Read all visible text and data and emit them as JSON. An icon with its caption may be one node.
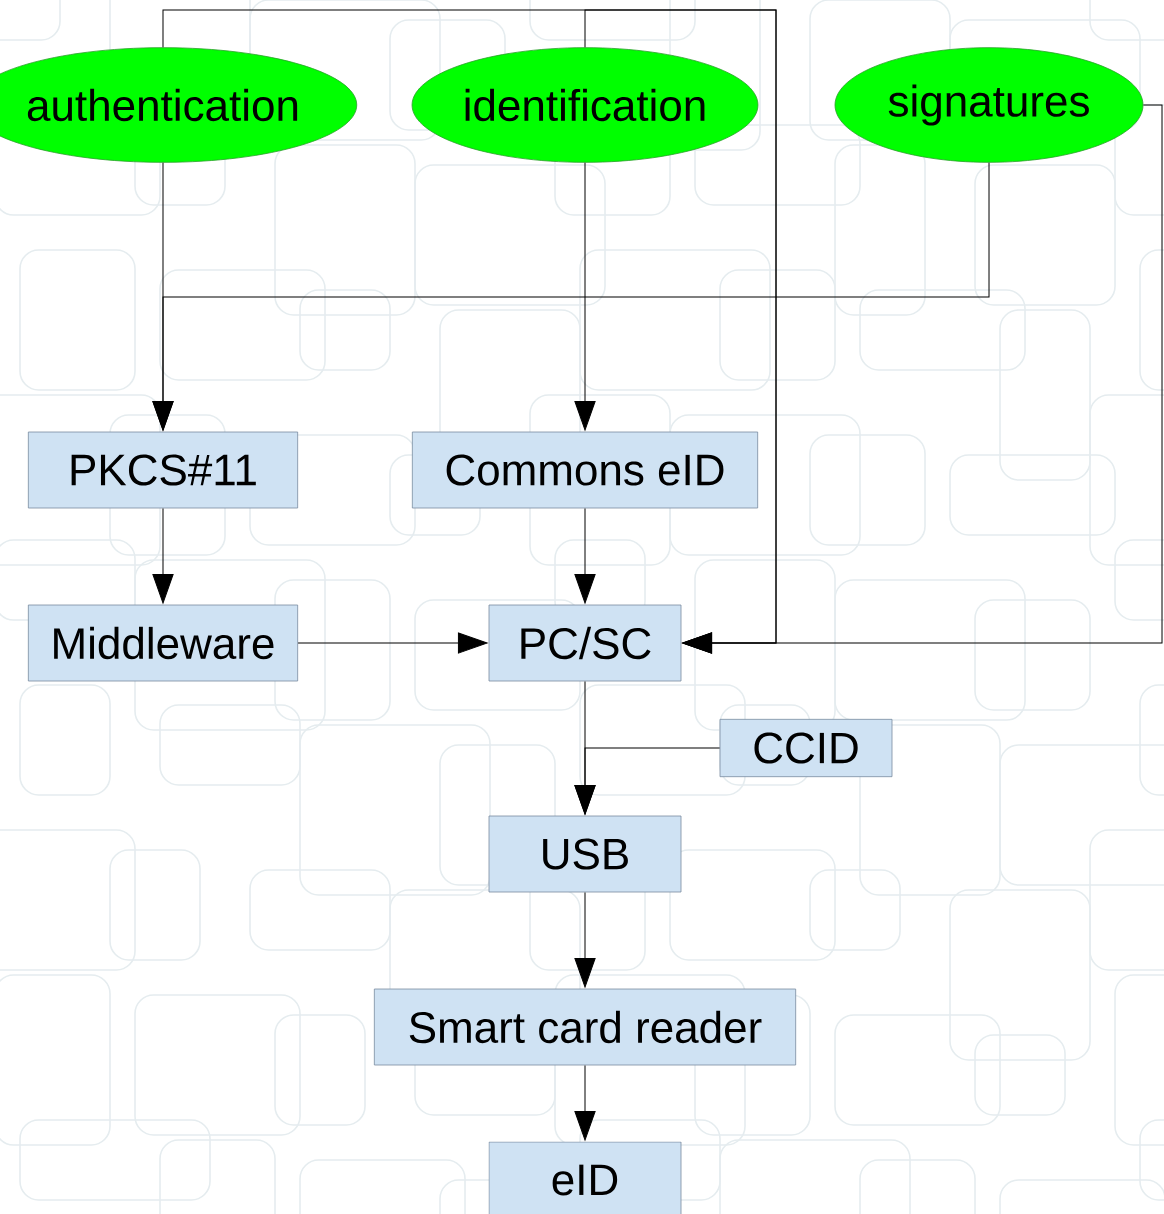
{
  "diagram": {
    "nodes": [
      {
        "text": [
          "authentication"
        ]
      },
      {
        "text": [
          "identification"
        ]
      },
      {
        "text": [
          "signatures"
        ]
      },
      {
        "text": [
          "PKCS#11"
        ]
      },
      {
        "text": [
          "Commons eID"
        ]
      },
      {
        "text": [
          "Middleware"
        ]
      },
      {
        "text": [
          "PC/SC"
        ]
      },
      {
        "text": [
          "CCID"
        ]
      },
      {
        "text": [
          "USB"
        ]
      },
      {
        "text": [
          "Smart card reader"
        ]
      },
      {
        "text": [
          "eID"
        ]
      }
    ],
    "edges": [
      {
        "from": 0,
        "to": 6,
        "arrow": "to"
      },
      {
        "from": 1,
        "to": 6,
        "arrow": "to"
      },
      {
        "from": 2,
        "to": 6,
        "arrow": "to"
      },
      {
        "from": 0,
        "to": 3,
        "arrow": "to"
      },
      {
        "from": 2,
        "to": 3,
        "arrow": "to"
      },
      {
        "from": 1,
        "to": 4,
        "arrow": "to"
      },
      {
        "from": 3,
        "to": 5,
        "arrow": "to"
      },
      {
        "from": 4,
        "to": 6,
        "arrow": "to"
      },
      {
        "from": 5,
        "to": 6,
        "arrow": "to"
      },
      {
        "from": 6,
        "to": 8,
        "arrow": "to"
      },
      {
        "from": 7,
        "to": 8,
        "arrow": "to"
      },
      {
        "from": 8,
        "to": 9,
        "arrow": "to"
      },
      {
        "from": 9,
        "to": 10,
        "arrow": "to"
      }
    ]
  }
}
